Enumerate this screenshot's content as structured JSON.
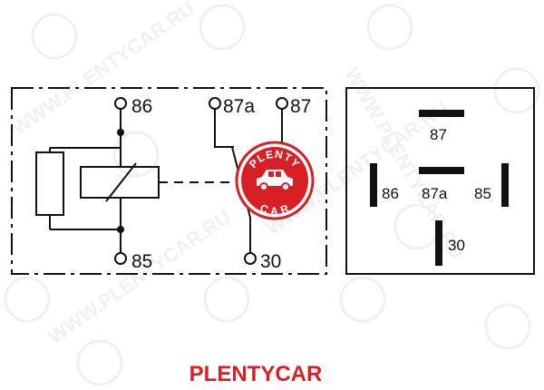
{
  "colors": {
    "line": "#111111",
    "brand_red": "#d91f26",
    "watermark": "#e4e4e4"
  },
  "schematic": {
    "pins": {
      "p86": "86",
      "p85": "85",
      "p87a": "87a",
      "p87": "87",
      "p30": "30"
    }
  },
  "plug_view": {
    "pins": {
      "p87": "87",
      "p86": "86",
      "p87a": "87a",
      "p85": "85",
      "p30": "30"
    }
  },
  "logo": {
    "top_text": "PLENTY",
    "bottom_text": "CAR",
    "icon": "car-icon"
  },
  "watermark": {
    "text": "WWW.PLENTYCAR.RU"
  },
  "footer": {
    "brand": "PLENTYCAR"
  }
}
